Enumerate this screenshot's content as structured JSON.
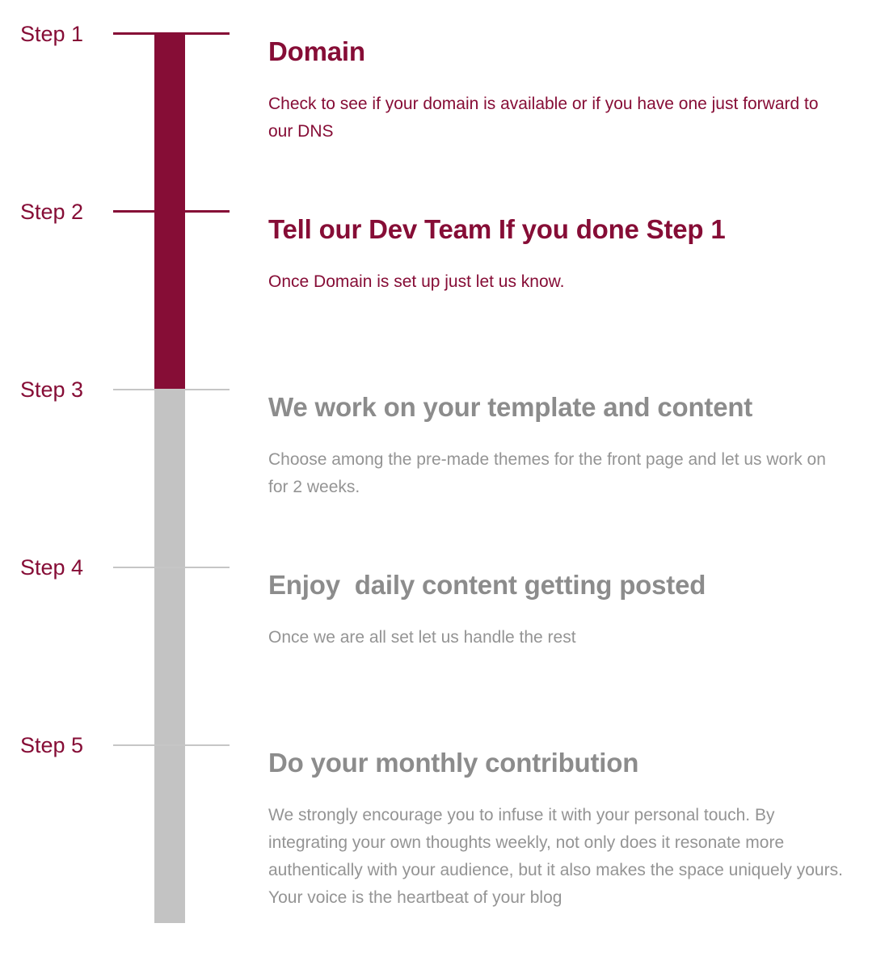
{
  "theme": {
    "accent_maroon": "#860d36",
    "bar_gray": "#c3c3c3",
    "connector_gray": "#c6c6c6",
    "heading_gray": "#8c8c8c",
    "body_gray": "#949494",
    "page_background": "#ffffff"
  },
  "timeline": {
    "completed_steps": 2,
    "total_steps": 5,
    "steps": [
      {
        "label": "Step 1",
        "title": "Domain",
        "description": "Check to see if your domain is available or if you have one just forward to our DNS",
        "state": "completed"
      },
      {
        "label": "Step 2",
        "title": "Tell our Dev Team If you done Step 1",
        "description": "Once Domain is set up just let us know.",
        "state": "completed"
      },
      {
        "label": "Step 3",
        "title": "We work on your template and content",
        "description": "Choose among the pre-made themes for the front page and let us work on for 2 weeks.",
        "state": "upcoming"
      },
      {
        "label": "Step 4",
        "title": "Enjoy  daily content getting posted",
        "description": "Once we are all set let us handle the rest",
        "state": "upcoming"
      },
      {
        "label": "Step 5",
        "title": "Do your monthly contribution",
        "description": "We strongly encourage you to infuse it with your personal touch. By integrating your own thoughts weekly, not only does it resonate more authentically with your audience, but it also makes the space uniquely yours. Your voice is the heartbeat of your blog",
        "state": "upcoming"
      }
    ]
  }
}
